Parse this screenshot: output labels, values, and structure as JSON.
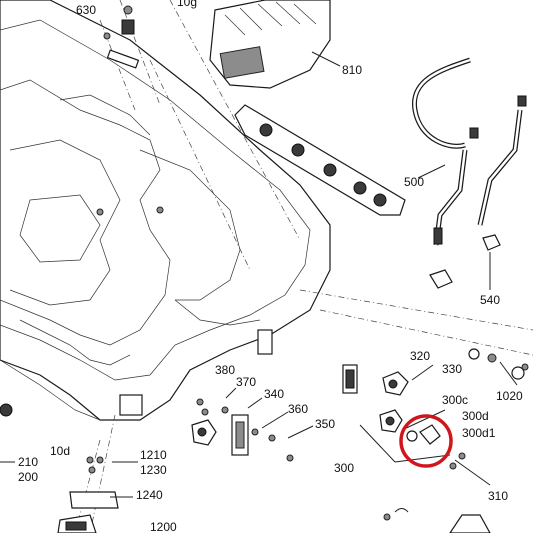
{
  "labels": {
    "l630": "630",
    "l10g": "10g",
    "l810": "810",
    "l500": "500",
    "l540": "540",
    "l320": "320",
    "l330": "330",
    "l380": "380",
    "l370": "370",
    "l340": "340",
    "l360": "360",
    "l350": "350",
    "l300c": "300c",
    "l300d": "300d",
    "l300d1": "300d1",
    "l1020": "1020",
    "l210": "210",
    "l200": "200",
    "l10d": "10d",
    "l1210": "1210",
    "l1230": "1230",
    "l1240": "1240",
    "l300": "300",
    "l310": "310",
    "l1200": "1200"
  },
  "colors": {
    "highlight_ring": "#d0161b",
    "line": "#222222"
  }
}
